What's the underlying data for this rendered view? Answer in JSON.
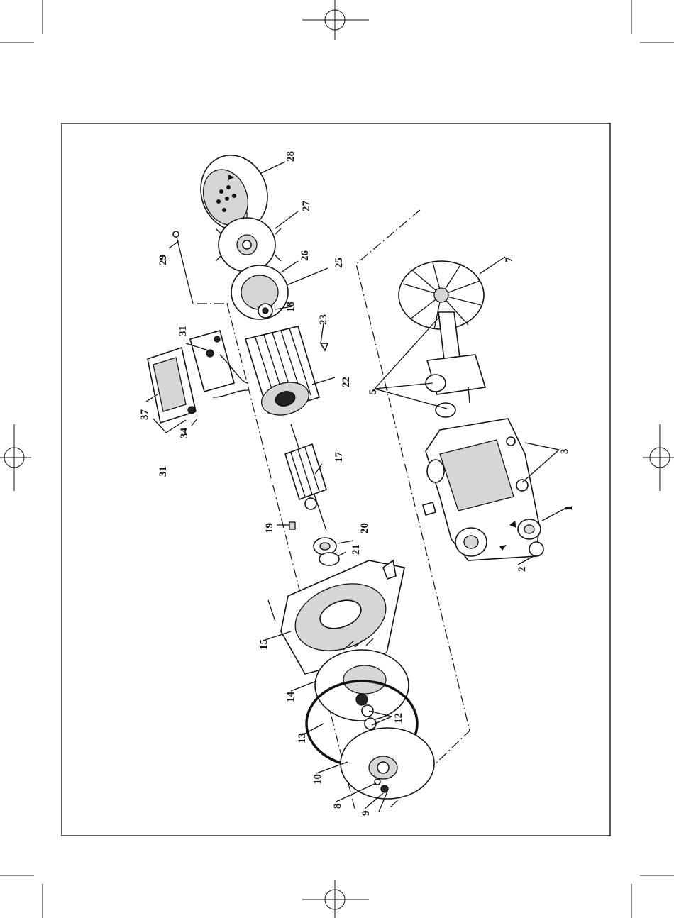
{
  "labels": {
    "p1": "1",
    "p2": "2",
    "p3": "3",
    "p5": "5",
    "p7": "7",
    "p8": "8",
    "p9": "9",
    "p10": "10",
    "p12": "12",
    "p13": "13",
    "p14": "14",
    "p15": "15",
    "p17": "17",
    "p18": "18",
    "p19": "19",
    "p20": "20",
    "p21": "21",
    "p22": "22",
    "p23": "23",
    "p25": "25",
    "p26": "26",
    "p27": "27",
    "p28": "28",
    "p29": "29",
    "p31a": "31",
    "p31b": "31",
    "p34": "34",
    "p37": "37"
  }
}
